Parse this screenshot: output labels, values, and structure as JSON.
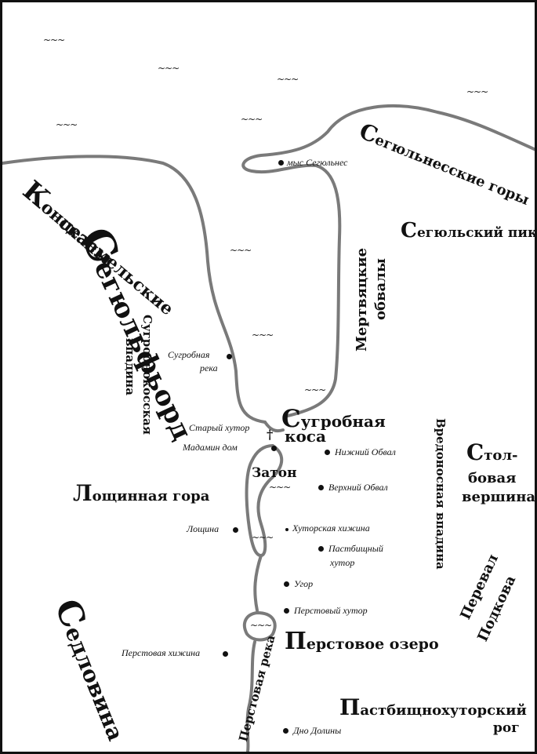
{
  "colors": {
    "ink": "#111111",
    "water_line": "#7a7a7a",
    "paper": "#ffffff"
  },
  "icons": {
    "settlement": "dot-marker",
    "church": "cross-marker",
    "water": "wave-glyph"
  },
  "wave_glyph": "~~~",
  "cross_glyph": "†",
  "labels": {
    "fjord": "Сегюльфьорд",
    "coast_range": "Сегюльнесские горы",
    "peak": "Сегюльский пик",
    "cliffs_l1": "Концеземельские",
    "cliffs_l2": "скалы",
    "dead_slopes_l1": "Мертвяцкие",
    "dead_slopes_l2": "обвалы",
    "snow_valley_l1": "Сугробнокосская",
    "snow_valley_l2": "впадина",
    "spit_l1": "Сугробная",
    "spit_l2": "коса",
    "backwater": "Затон",
    "hollow_mountain": "Лощинная гора",
    "harm_valley": "Вредоносная впадина",
    "table_peak_l1": "Стол-",
    "table_peak_l2": "бовая",
    "table_peak_l3": "вершина",
    "pass_l1": "Перевал",
    "pass_l2": "Подкова",
    "saddle": "Седловина",
    "finger_lake": "Перстовое озеро",
    "finger_river": "Перстовая река",
    "horn_l1": "Пастбищнохуторский",
    "horn_l2": "рог"
  },
  "places": {
    "cape": "мыс Сегюльнес",
    "snow_river_l1": "Сугробная",
    "snow_river_l2": "река",
    "old_farm": "Старый хутор",
    "madamin_house": "Мадамин дом",
    "lower_slide": "Нижний Обвал",
    "upper_slide": "Верхний Обвал",
    "hollow": "Лощина",
    "farm_hut": "Хуторская хижина",
    "pasture_farm_l1": "Пастбищный",
    "pasture_farm_l2": "хутор",
    "ugor": "Угор",
    "finger_farm": "Перстовый хутор",
    "finger_hut": "Перстовая хижина",
    "valley_bottom": "Дно Долины"
  }
}
